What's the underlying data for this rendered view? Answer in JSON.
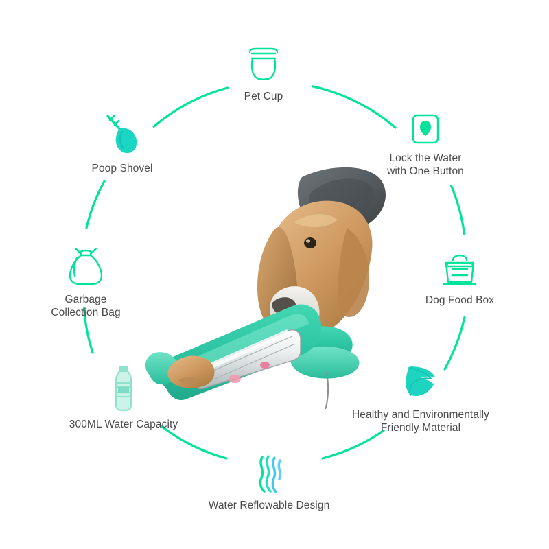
{
  "graphic": {
    "type": "feature-wheel",
    "subject": "Portable pet water bottle with dog",
    "accent_color": "#00e39a",
    "ring_color": "#00e39a",
    "label_color": "#4b4b4b",
    "background_color": "#ffffff",
    "product_body_color": "#2ec6a4",
    "product_window_color": "#f2f4f4",
    "dog_fur_color": "#cf9a62",
    "dog_saddle_color": "#5c6165",
    "tongue_color": "#e8798f"
  },
  "features": [
    {
      "id": "pet-cup",
      "label": "Pet Cup",
      "icon": "pet-cup-icon",
      "angle_deg": 270
    },
    {
      "id": "lock-water",
      "label": "Lock the Water\nwith One Button",
      "icon": "lock-button-icon",
      "angle_deg": 315
    },
    {
      "id": "dog-food-box",
      "label": "Dog Food Box",
      "icon": "dog-food-box-icon",
      "angle_deg": 0
    },
    {
      "id": "healthy-material",
      "label": "Healthy and Environmentally\nFriendly Material",
      "icon": "leaf-icon",
      "angle_deg": 45
    },
    {
      "id": "water-reflow",
      "label": "Water Reflowable Design",
      "icon": "water-waves-icon",
      "angle_deg": 90
    },
    {
      "id": "water-capacity",
      "label": "300ML Water Capacity",
      "icon": "water-bottle-icon",
      "angle_deg": 135
    },
    {
      "id": "garbage-bag",
      "label": "Garbage\nCollection Bag",
      "icon": "garbage-bag-icon",
      "angle_deg": 180
    },
    {
      "id": "poop-shovel",
      "label": "Poop Shovel",
      "icon": "poop-shovel-icon",
      "angle_deg": 225
    }
  ]
}
